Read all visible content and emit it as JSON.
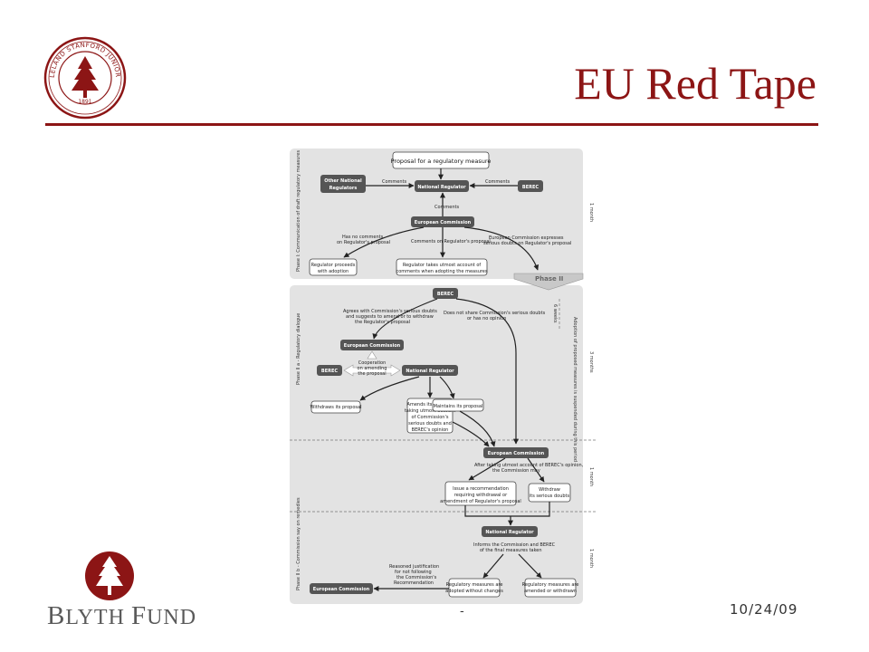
{
  "slide": {
    "title": "EU Red Tape",
    "date": "10/24/09",
    "page_number": "-",
    "logo_text": "BLYTH FUND",
    "logo_text_parts": {
      "b": "B",
      "lyth": "LYTH ",
      "f": "F",
      "und": "UND"
    },
    "seal_text": "LELAND STANFORD JUNIOR UNIVERSITY",
    "seal_year": "1891",
    "accent_color": "#8c1515"
  },
  "diagram": {
    "phase1_label": "Phase I: Communication of draft regulatory measures",
    "phase2a_label": "Phase II a - Regulatory dialogue",
    "phase2b_label": "Phase II b - Commission say on remedies",
    "time_1month_a": "1 month",
    "time_6weeks": "6 weeks",
    "time_3months": "3 months",
    "time_adoption": "Adoption of proposed measures is suspended during this period",
    "time_1month_b": "1 month",
    "time_1month_c": "1 month",
    "phase2_tag": "Phase II",
    "nodes": {
      "proposal": "Proposal for a regulatory measure",
      "other_nra_1": "Other National",
      "other_nra_2": "Regulators",
      "national_regulator": "National Regulator",
      "berec": "BEREC",
      "ec_1": "European Commission",
      "proceeds_1": "Regulator proceeds",
      "proceeds_2": "with adoption",
      "utmost_1": "Regulator takes utmost account of",
      "utmost_2": "comments when adopting the measures",
      "berec_2": "BEREC",
      "ec_2": "European Commission",
      "berec_3": "BEREC",
      "nr_2": "National Regulator",
      "withdraws": "Withdraws its proposal",
      "amends_1": "Amends its proposal",
      "amends_2": "taking utmost account",
      "amends_3": "of Commission's",
      "amends_4": "serious doubts and",
      "amends_5": "BEREC's opinion",
      "maintains": "Maintains its proposal",
      "ec_3": "European Commission",
      "issue_1": "Issue a recommendation",
      "issue_2": "requiring withdrawal or",
      "issue_3": "amendment of Regulator's proposal",
      "withdraw_1": "Withdraw",
      "withdraw_2": "its serious doubts",
      "nr_3": "National Regulator",
      "ec_4": "European Commission",
      "adopted_1": "Regulatory measures are",
      "adopted_2": "adopted without changes",
      "amended_1": "Regulatory measures are",
      "amended_2": "amended or withdrawn"
    },
    "labels": {
      "comments_left": "Comments",
      "comments_right": "Comments",
      "comments_up": "Comments",
      "no_comments_1": "Has no comments",
      "no_comments_2": "on Regulator's proposal",
      "comments_on": "Comments on Regulator's proposal",
      "ec_doubts_1": "European Commission expresses",
      "ec_doubts_2": "serious doubts on Regulator's proposal",
      "agrees_1": "Agrees with Commission's serious doubts",
      "agrees_2": "and suggests to amend or to withdraw",
      "agrees_3": "the Regulator's proposal",
      "not_share_1": "Does not share Commission's serious doubts",
      "not_share_2": "or has no opinion",
      "coop_1": "Cooperation",
      "coop_2": "on amending",
      "coop_3": "the proposal",
      "after_1": "After taking utmost account of BEREC's opinion,",
      "after_2": "the Commission may",
      "informs_1": "Informs the Commission and BEREC",
      "informs_2": "of the final measures taken",
      "reasoned_1": "Reasoned justification",
      "reasoned_2": "for not following",
      "reasoned_3": "the Commission's",
      "reasoned_4": "Recommendation"
    }
  }
}
